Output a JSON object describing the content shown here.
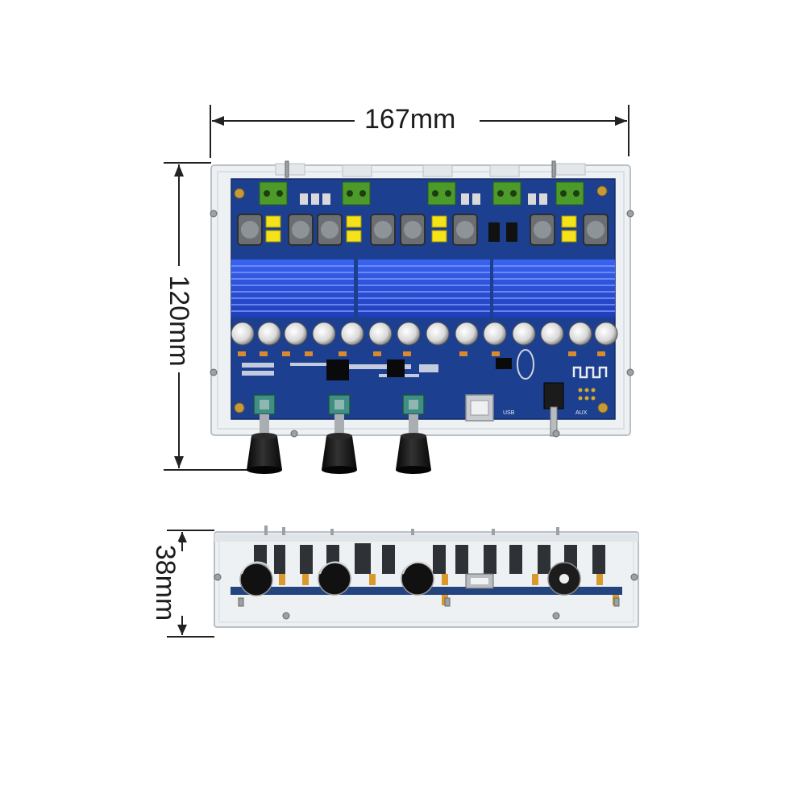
{
  "dimensions": {
    "width": "167mm",
    "height": "120mm",
    "depth": "38mm"
  },
  "board_labels": {
    "usb": "USB",
    "aux": "AUX"
  },
  "colors": {
    "pcb": "#1d3f8f",
    "heatsink": "#2f55e0",
    "terminal": "#4c9a2a",
    "capacitor_sticker": "#f4e21b",
    "acrylic": "#d9dee2",
    "knob": "#111111",
    "pot": "#3f8f84"
  }
}
